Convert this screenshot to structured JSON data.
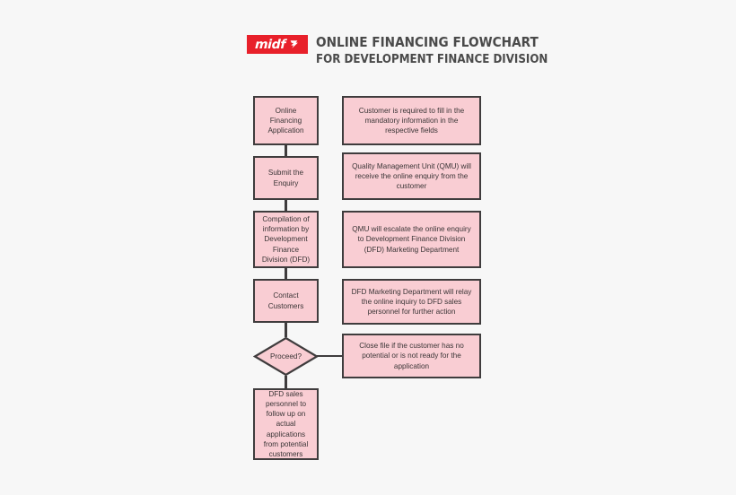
{
  "header": {
    "logo_text": "midf",
    "logo_icon": "midf-swoosh-icon",
    "logo_color": "#e8202a",
    "title": "ONLINE FINANCING FLOWCHART",
    "subtitle": "FOR DEVELOPMENT FINANCE DIVISION"
  },
  "theme": {
    "background": "#f7f7f7",
    "node_fill": "#f9cdd3",
    "node_border": "#3f3c3d",
    "text_color": "#3a3536",
    "accent": "#e8202a"
  },
  "chart_data": {
    "type": "diagram",
    "title": "ONLINE FINANCING FLOWCHART",
    "subtitle": "FOR DEVELOPMENT FINANCE DIVISION",
    "orientation": "top-to-bottom",
    "nodes": [
      {
        "id": "n1",
        "shape": "rect",
        "column": "left",
        "text": "Online\nFinancing\nApplication"
      },
      {
        "id": "n2",
        "shape": "rect",
        "column": "left",
        "text": "Submit the\nEnquiry"
      },
      {
        "id": "n3",
        "shape": "rect",
        "column": "left",
        "text": "Compilation of\ninformation by\nDevelopment\nFinance\nDivision (DFD)"
      },
      {
        "id": "n4",
        "shape": "rect",
        "column": "left",
        "text": "Contact\nCustomers"
      },
      {
        "id": "n5",
        "shape": "diamond",
        "column": "left",
        "text": "Proceed?"
      },
      {
        "id": "n6",
        "shape": "rect",
        "column": "left",
        "text": "DFD sales\npersonnel to\nfollow up on\nactual\napplications\nfrom potential\ncustomers"
      },
      {
        "id": "d1",
        "shape": "rect",
        "column": "right",
        "text": "Customer is required to fill in the mandatory information in the respective fields"
      },
      {
        "id": "d2",
        "shape": "rect",
        "column": "right",
        "text": "Quality Management Unit (QMU) will receive the online enquiry from the customer"
      },
      {
        "id": "d3",
        "shape": "rect",
        "column": "right",
        "text": "QMU will escalate the online enquiry to Development Finance Division (DFD) Marketing Department"
      },
      {
        "id": "d4",
        "shape": "rect",
        "column": "right",
        "text": "DFD Marketing Department will relay the online inquiry to DFD sales personnel for further action"
      },
      {
        "id": "d5",
        "shape": "rect",
        "column": "right",
        "text": "Close file if the customer has no potential or is not ready for the application"
      }
    ],
    "edges": [
      {
        "from": "n1",
        "to": "n2",
        "type": "vertical"
      },
      {
        "from": "n2",
        "to": "n3",
        "type": "vertical"
      },
      {
        "from": "n3",
        "to": "n4",
        "type": "vertical"
      },
      {
        "from": "n4",
        "to": "n5",
        "type": "vertical"
      },
      {
        "from": "n5",
        "to": "n6",
        "type": "vertical"
      },
      {
        "from": "n5",
        "to": "d5",
        "type": "horizontal"
      }
    ]
  }
}
